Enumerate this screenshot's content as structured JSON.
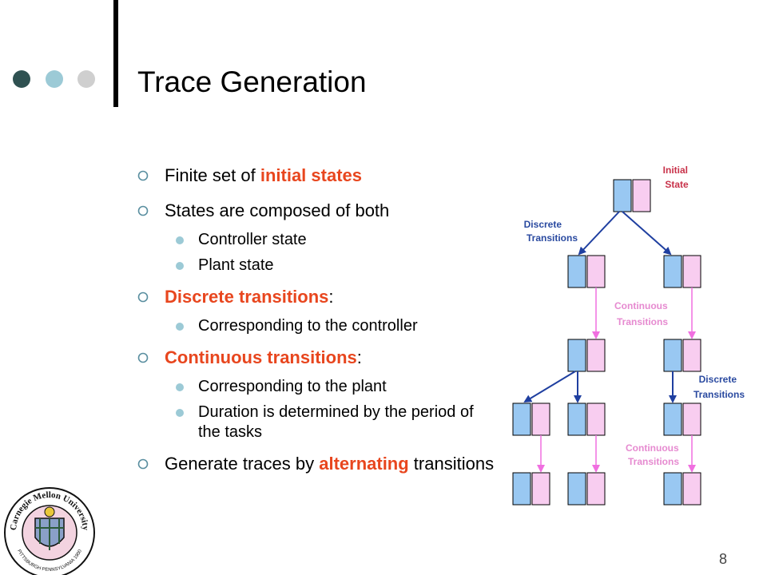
{
  "slide": {
    "title": "Trace Generation",
    "page_number": "8"
  },
  "bullets": [
    {
      "parts": [
        {
          "text": "Finite set of "
        },
        {
          "text": "initial states",
          "emph": true
        }
      ]
    },
    {
      "parts": [
        {
          "text": "States are composed of both"
        }
      ],
      "sub": [
        "Controller state",
        "Plant state"
      ]
    },
    {
      "parts": [
        {
          "text": "Discrete transitions",
          "emph": true
        },
        {
          "text": ":"
        }
      ],
      "sub": [
        "Corresponding to the controller"
      ]
    },
    {
      "parts": [
        {
          "text": "Continuous transitions",
          "emph": true
        },
        {
          "text": ":"
        }
      ],
      "sub": [
        "Corresponding to the plant",
        "Duration is determined by the period of the tasks"
      ]
    },
    {
      "parts": [
        {
          "text": "Generate traces by "
        },
        {
          "text": "alternating",
          "emph": true
        },
        {
          "text": " transitions"
        }
      ]
    }
  ],
  "diagram": {
    "labels": {
      "initial_state": [
        "Initial",
        "State"
      ],
      "discrete_top": [
        "Discrete",
        "Transitions"
      ],
      "continuous_top": [
        "Continuous",
        "Transitions"
      ],
      "discrete_right": [
        "Discrete",
        "Transitions"
      ],
      "continuous_bottom": [
        "Continuous",
        "Transitions"
      ]
    }
  },
  "seal": {
    "text": "Carnegie Mellon University",
    "bottom_text": "PITTSBURGH PENNSYLVANIA 1900"
  },
  "colors": {
    "emphasis": "#e8461e",
    "state_blue": "#99c8f2",
    "state_pink": "#f8cdf0",
    "discrete_arrow": "#1f3fa0",
    "continuous_arrow": "#f06fe0",
    "initial_label": "#c8324a",
    "discrete_label": "#2a4aa0",
    "continuous_label": "#e68ad0",
    "dot_dark": "#2f5151",
    "dot_mid": "#9ccad6",
    "dot_light": "#cfcfcf"
  }
}
